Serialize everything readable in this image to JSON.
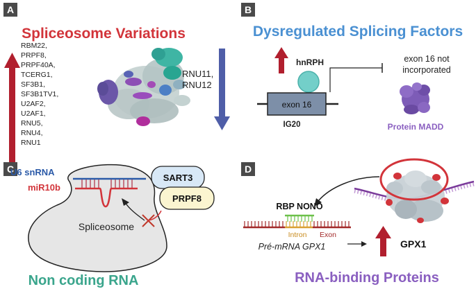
{
  "panels": {
    "a": {
      "letter": "A",
      "title": "Spliceosome Variations",
      "up_genes": [
        "RBM22,",
        "PRPF8,",
        "PRPF40A,",
        "TCERG1,",
        "SF3B1,",
        "SF3B1TV1,",
        "U2AF2,",
        "U2AF1,",
        "RNU5,",
        "RNU4,",
        "RNU1"
      ],
      "down_genes": [
        "RNU11,",
        "RNU12"
      ],
      "colors": {
        "title": "#d2343a",
        "up_arrow": "#b11f2e",
        "down_arrow": "#4f5ea8"
      }
    },
    "b": {
      "letter": "B",
      "title": "Dysregulated Splicing Factors",
      "factor": "hnRPH",
      "exon": "exon 16",
      "gene": "IG20",
      "note_line1": "exon 16 not",
      "note_line2": "incorporated",
      "protein": "Protein MADD",
      "colors": {
        "title": "#4a90d2",
        "protein": "#8a5fc0",
        "factor_circle": "#73cfc9",
        "exon_box": "#7d8fa8"
      }
    },
    "c": {
      "letter": "C",
      "u6": "U6 snRNA",
      "mir": "miR10b",
      "sart3": "SART3",
      "prpf8": "PRPF8",
      "spliceosome": "Spliceosome",
      "title": "Non coding RNA",
      "colors": {
        "title": "#3aa58c",
        "u6": "#2b5aa8",
        "mir": "#d2343a",
        "sart3_fill": "#d8e8f6",
        "prpf8_fill": "#fbf5d0"
      }
    },
    "d": {
      "letter": "D",
      "rbp": "RBP NONO",
      "intron": "Intron",
      "exon": "Exon",
      "pre_mrna": "Pré-mRNA GPX1",
      "target": "GPX1",
      "title": "RNA-binding Proteins",
      "colors": {
        "title": "#8a5fc0",
        "intron": "#d9a033",
        "exon": "#a32a2a",
        "rbp": "#6cc04a",
        "mrna": "#7a3a9a"
      }
    }
  }
}
